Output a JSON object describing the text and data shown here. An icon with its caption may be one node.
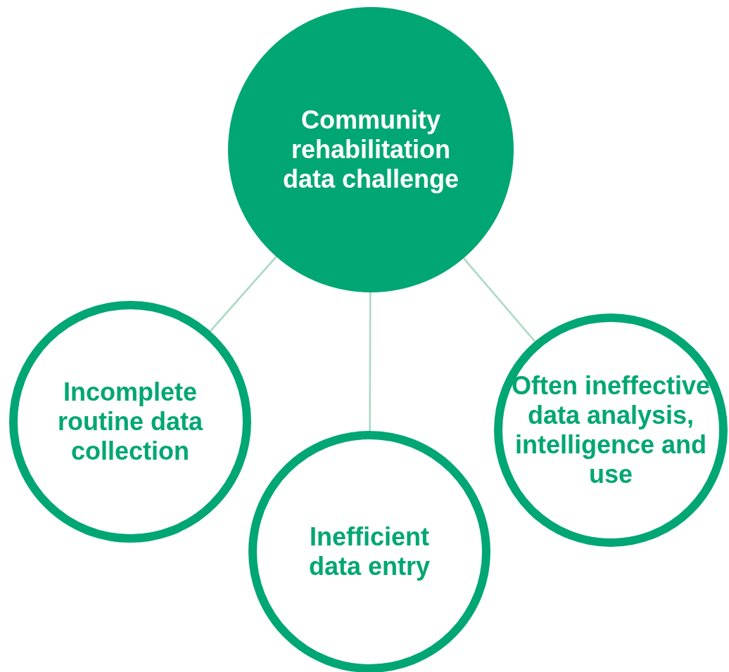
{
  "diagram": {
    "nodes": [
      {
        "text": [
          "Community rehabilitation data challenge"
        ]
      },
      {
        "text": [
          "Incomplete routine data collection"
        ]
      },
      {
        "text": [
          "Inefficient data entry"
        ]
      },
      {
        "text": [
          "Often ineffective data analysis, intelligence and use"
        ]
      }
    ],
    "edges": [
      {
        "from": 0,
        "to": 1,
        "arrow": "none"
      },
      {
        "from": 0,
        "to": 2,
        "arrow": "none"
      },
      {
        "from": 0,
        "to": 3,
        "arrow": "none"
      }
    ]
  }
}
